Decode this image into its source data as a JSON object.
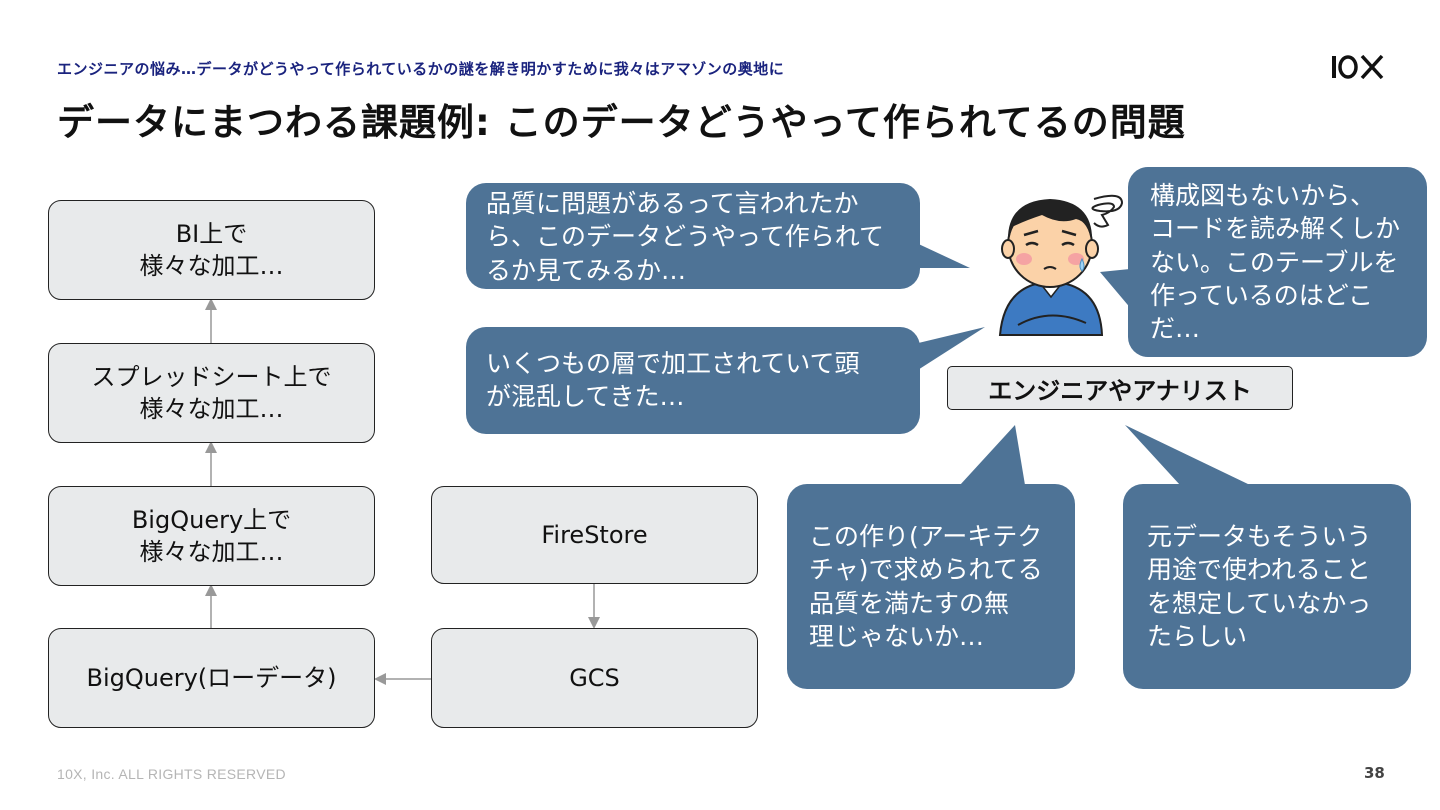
{
  "header": {
    "subtitle": "エンジニアの悩み…データがどうやって作られているかの謎を解き明かすために我々はアマゾンの奥地に",
    "title": "データにまつわる課題例: このデータどうやって作られてるの問題",
    "logo_text": "10X"
  },
  "flow": {
    "bi": "BI上で\n様々な加工…",
    "spreadsheet": "スプレッドシート上で\n様々な加工…",
    "bigquery_processing": "BigQuery上で\n様々な加工…",
    "bigquery_raw": "BigQuery(ローデータ)",
    "firestore": "FireStore",
    "gcs": "GCS"
  },
  "bubbles": {
    "quality": "品質に問題があるって言われたか\nら、このデータどうやって作られて\nるか見てみるか…",
    "layers": "いくつもの層で加工されていて頭\nが混乱してきた…",
    "diagram": "構成図もないから、\nコードを読み解くしか\nない。このテーブルを\n作っているのはどこ\nだ…",
    "architecture": "この作り(アーキテク\nチャ)で求められてる\n品質を満たすの無\n理じゃないか…",
    "source": "元データもそういう\n用途で使われること\nを想定していなかっ\nたらしい"
  },
  "person_label": "エンジニアやアナリスト",
  "footer": {
    "copyright": "10X, Inc. ALL RIGHTS RESERVED",
    "page": "38"
  },
  "colors": {
    "bubble": "#4e7396",
    "box": "#e8eaeb",
    "subtitle": "#1a237e"
  }
}
